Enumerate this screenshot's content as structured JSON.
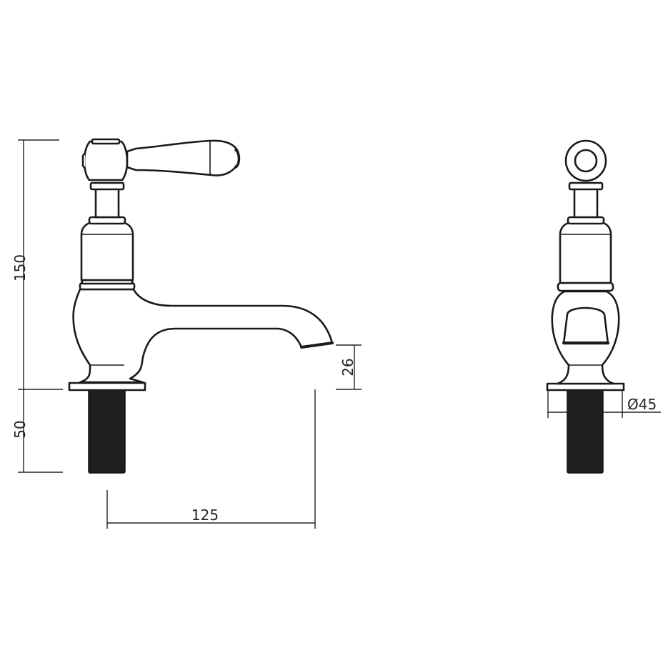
{
  "drawing": {
    "title": "Basin pillar tap with lever handle - technical dimension drawing",
    "views": [
      {
        "name": "side-view",
        "description": "Side elevation showing lever handle and spout"
      },
      {
        "name": "front-view",
        "description": "Front elevation showing handle end, body and spout outlet"
      }
    ],
    "units": "mm",
    "colors": {
      "line": "#1a1a1a",
      "thread": "#1f1f1f",
      "background": "#ffffff"
    }
  },
  "dimensions": {
    "overall_height_above_deck": {
      "label": "150",
      "value": 150
    },
    "shank_length": {
      "label": "50",
      "value": 50
    },
    "spout_height_above_deck": {
      "label": "26",
      "value": 26
    },
    "spout_projection": {
      "label": "125",
      "value": 125
    },
    "base_diameter": {
      "label": "Ø45",
      "value": 45
    }
  }
}
